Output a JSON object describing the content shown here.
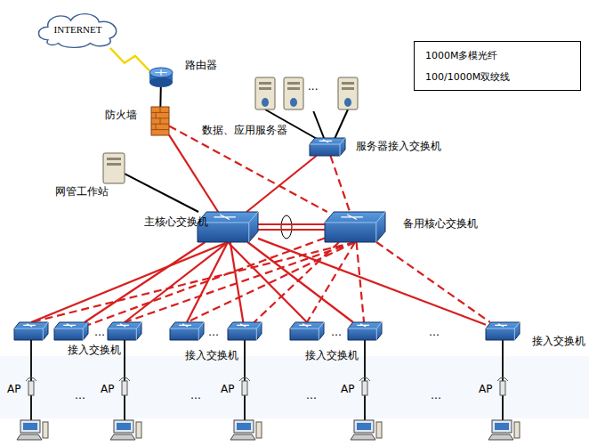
{
  "diagram": {
    "nodes": [
      {
        "text": [
          "INTERNET"
        ]
      },
      {
        "text": [
          "路由器"
        ]
      },
      {
        "text": [
          "数据、应用服务器"
        ]
      },
      {
        "text": [
          "防火墙"
        ]
      },
      {
        "text": [
          "服务器接入交换机"
        ]
      },
      {
        "text": [
          "网管工作站"
        ]
      },
      {
        "text": [
          "主核心交换机"
        ]
      },
      {
        "text": [
          "备用核心交换机"
        ]
      },
      {
        "text": [
          "接入交换机"
        ]
      },
      {
        "text": [
          "接入交换机"
        ]
      },
      {
        "text": [
          "接入交换机"
        ]
      },
      {
        "text": [
          "接入交换机"
        ]
      }
    ],
    "edges": [
      {
        "from": 0,
        "to": 1,
        "arrow": "none"
      },
      {
        "from": 1,
        "to": 3,
        "arrow": "none"
      },
      {
        "from": 3,
        "to": 6,
        "arrow": "none"
      },
      {
        "from": 3,
        "to": 7,
        "arrow": "none"
      },
      {
        "from": 5,
        "to": 6,
        "arrow": "none"
      },
      {
        "from": 2,
        "to": 4,
        "arrow": "none"
      },
      {
        "from": 4,
        "to": 6,
        "arrow": "none"
      },
      {
        "from": 4,
        "to": 7,
        "arrow": "none"
      },
      {
        "from": 6,
        "to": 7,
        "arrow": "none"
      },
      {
        "from": 6,
        "to": 8,
        "arrow": "none"
      },
      {
        "from": 6,
        "to": 9,
        "arrow": "none"
      },
      {
        "from": 6,
        "to": 10,
        "arrow": "none"
      },
      {
        "from": 6,
        "to": 11,
        "arrow": "none"
      },
      {
        "from": 7,
        "to": 8,
        "arrow": "none"
      },
      {
        "from": 7,
        "to": 9,
        "arrow": "none"
      },
      {
        "from": 7,
        "to": 10,
        "arrow": "none"
      },
      {
        "from": 7,
        "to": 11,
        "arrow": "none"
      }
    ],
    "labels": [
      "...",
      "…",
      "…",
      "…",
      "…",
      "AP",
      "…",
      "AP",
      "…",
      "AP",
      "…",
      "AP",
      "…",
      "AP"
    ],
    "legend": [
      {
        "text": "1000M多模光纤"
      },
      {
        "text": "100/1000M双绞线"
      }
    ]
  }
}
